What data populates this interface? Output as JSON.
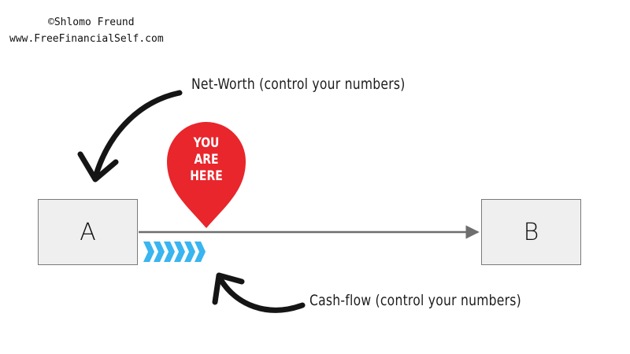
{
  "credit": {
    "copyright": "©Shlomo Freund",
    "site": "www.FreeFinancialSelf.com"
  },
  "boxes": {
    "start": "A",
    "end": "B"
  },
  "labels": {
    "networth": "Net-Worth (control your numbers)",
    "cashflow": "Cash-flow (control your numbers)"
  },
  "marker": {
    "lines": [
      "YOU",
      "ARE",
      "HERE"
    ],
    "color": "#e8262c"
  },
  "colors": {
    "line": "#6e6e6e",
    "chevrons": "#39b5f0",
    "box_fill": "#efefef"
  }
}
